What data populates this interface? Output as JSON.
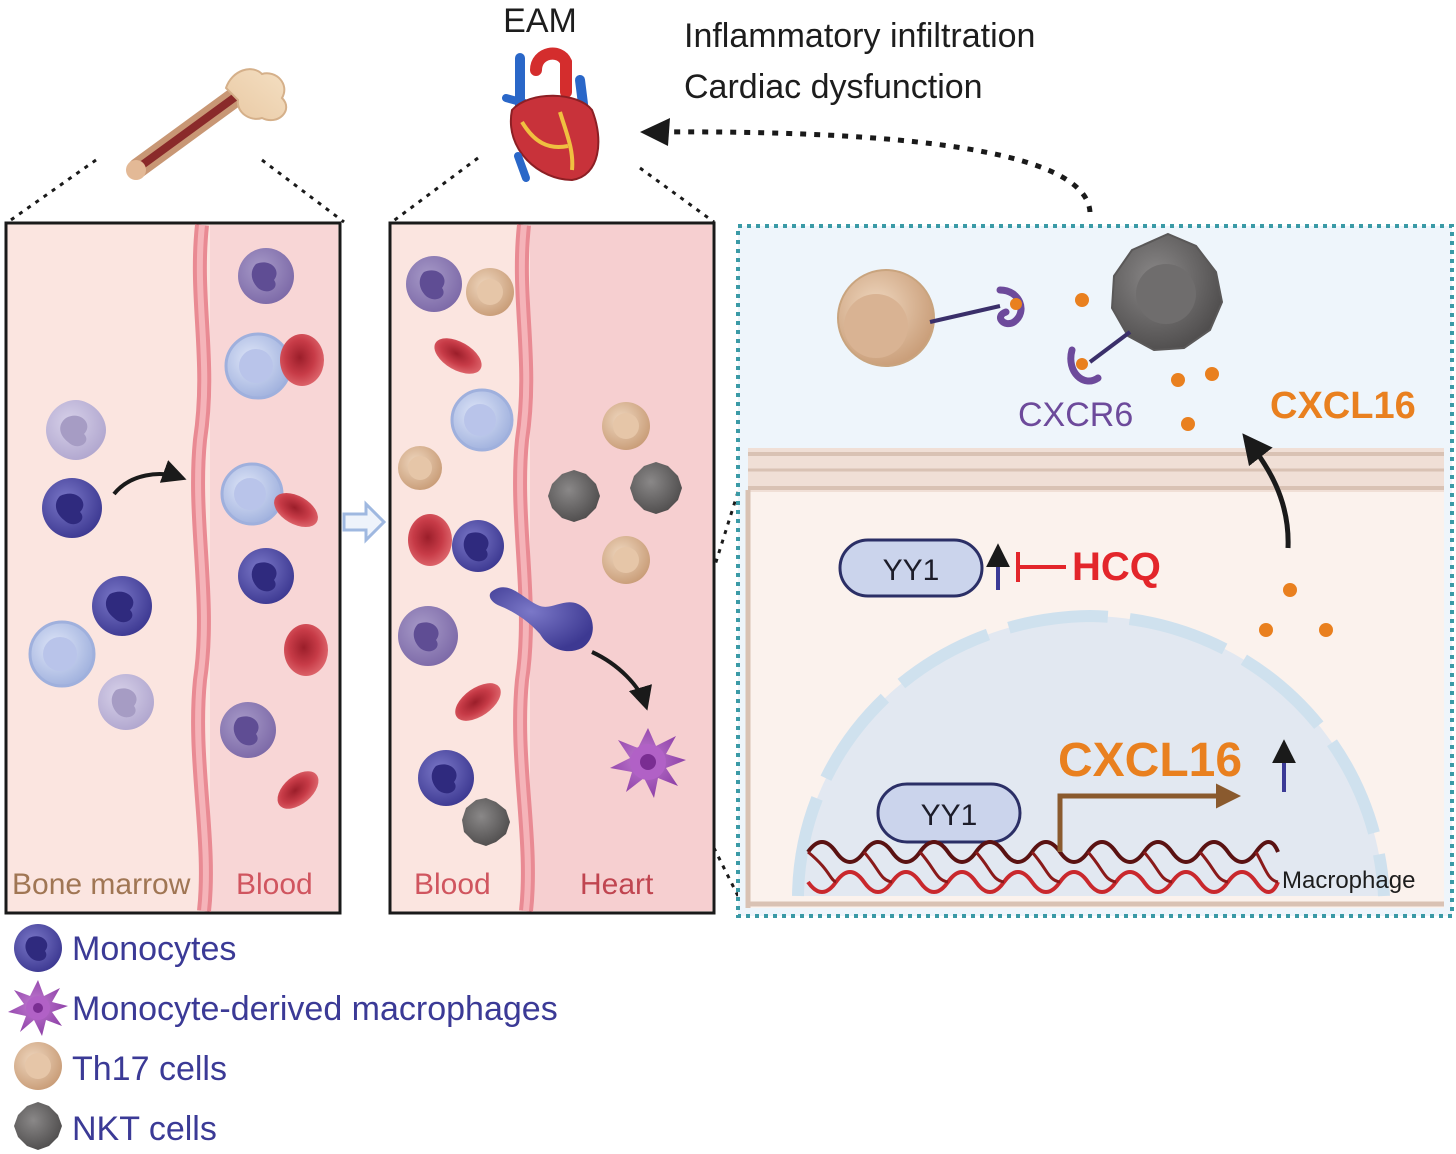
{
  "top": {
    "eam": "EAM",
    "outcomes": [
      "Inflammatory infiltration",
      "Cardiac dysfunction"
    ]
  },
  "panel_left": {
    "labels": [
      "Bone marrow",
      "Blood"
    ]
  },
  "panel_middle": {
    "labels": [
      "Blood",
      "Heart"
    ]
  },
  "panel_right": {
    "receptor": "CXCR6",
    "chemokine_out": "CXCL16",
    "tf_cytoplasm": "YY1",
    "inhibitor": "HCQ",
    "tf_nucleus": "YY1",
    "gene": "CXCL16",
    "cell": "Macrophage"
  },
  "legend": [
    {
      "label": "Monocytes",
      "icon": "monocyte-icon"
    },
    {
      "label": "Monocyte-derived macrophages",
      "icon": "macrophage-icon"
    },
    {
      "label": "Th17 cells",
      "icon": "th17-cell-icon"
    },
    {
      "label": "NKT cells",
      "icon": "nkt-cell-icon"
    }
  ],
  "colors": {
    "monocyte": "#4e4aa6",
    "macrophage": "#9d4fb6",
    "th17": "#d9b393",
    "nkt": "#6c6a6a",
    "rbc": "#c73b47",
    "cxcl16": "#e9801f",
    "hcq": "#e3262b",
    "receptor": "#6d4a9b",
    "dna_dark": "#5a1212",
    "dna_red": "#c9282d",
    "brown_text": "#9a6540",
    "red_text": "#c04550"
  }
}
